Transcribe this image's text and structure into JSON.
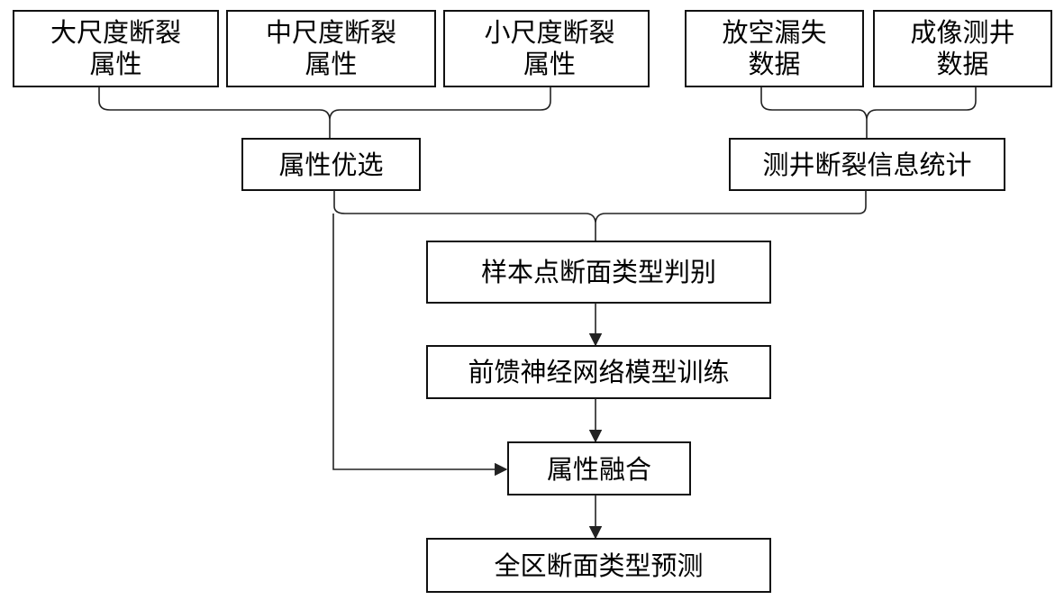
{
  "nodes": {
    "large_scale_fault": {
      "line1": "大尺度断裂",
      "line2": "属性"
    },
    "medium_scale_fault": {
      "line1": "中尺度断裂",
      "line2": "属性"
    },
    "small_scale_fault": {
      "line1": "小尺度断裂",
      "line2": "属性"
    },
    "drilling_loss": {
      "line1": "放空漏失",
      "line2": "数据"
    },
    "imaging_logging": {
      "line1": "成像测井",
      "line2": "数据"
    },
    "attribute_selection": {
      "label": "属性优选"
    },
    "well_fault_statistics": {
      "label": "测井断裂信息统计"
    },
    "sample_classification": {
      "label": "样本点断面类型判别"
    },
    "nn_training": {
      "label": "前馈神经网络模型训练"
    },
    "attribute_fusion": {
      "label": "属性融合"
    },
    "full_area_prediction": {
      "label": "全区断面类型预测"
    }
  },
  "colors": {
    "stroke": "#111111",
    "text": "#000000",
    "background": "#ffffff"
  }
}
